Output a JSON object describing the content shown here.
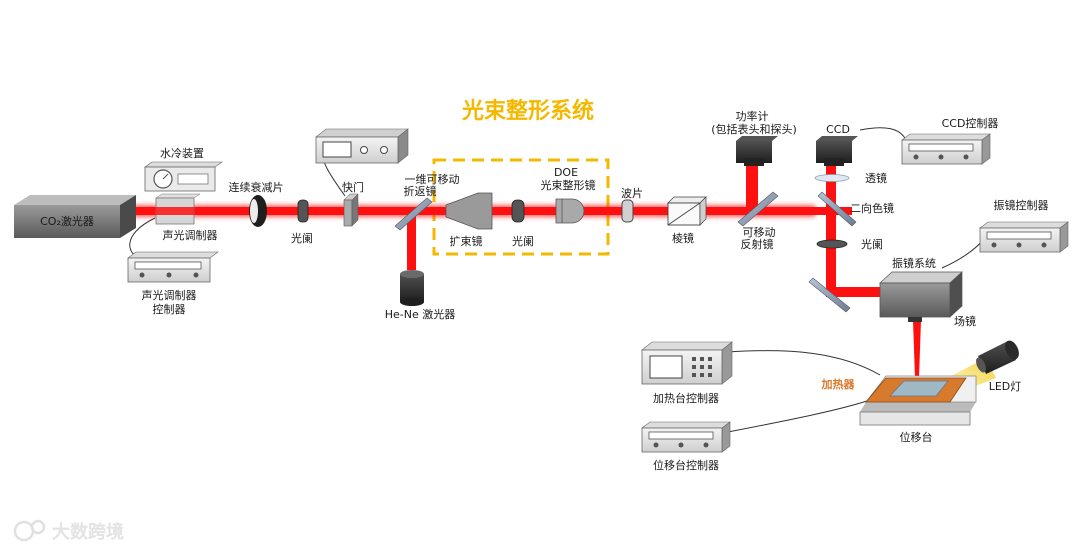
{
  "title": "光束整形系统",
  "colors": {
    "beam": "#ff1010",
    "title": "#f5b800",
    "device": "#6e6e6e"
  },
  "labels": {
    "co2_laser": "CO₂激光器",
    "water_cooling": "水冷装置",
    "ao_modulator": "声光调制器",
    "ao_controller": [
      "声光调制器",
      "控制器"
    ],
    "attenuator": "连续衰减片",
    "aperture1": "光阑",
    "shutter": "快门",
    "flip_mirror": [
      "一维可移动",
      "折返镜"
    ],
    "hene_laser": "He-Ne 激光器",
    "beam_expander": "扩束镜",
    "aperture2": "光阑",
    "doe": [
      "DOE",
      "光束整形镜"
    ],
    "waveplate": "波片",
    "prism": "棱镜",
    "power_meter": [
      "功率计",
      "(包括表头和探头)"
    ],
    "movable_mirror": [
      "可移动",
      "反射镜"
    ],
    "ccd": "CCD",
    "ccd_controller": "CCD控制器",
    "lens": "透镜",
    "dichroic": "二向色镜",
    "aperture3": "光阑",
    "galvo_controller": "振镜控制器",
    "galvo_system": "振镜系统",
    "field_lens": "场镜",
    "heater": "加热器",
    "heater_controller": "加热台控制器",
    "stage": "位移台",
    "stage_controller": "位移台控制器",
    "led": "LED灯"
  },
  "watermark": "大数跨境"
}
